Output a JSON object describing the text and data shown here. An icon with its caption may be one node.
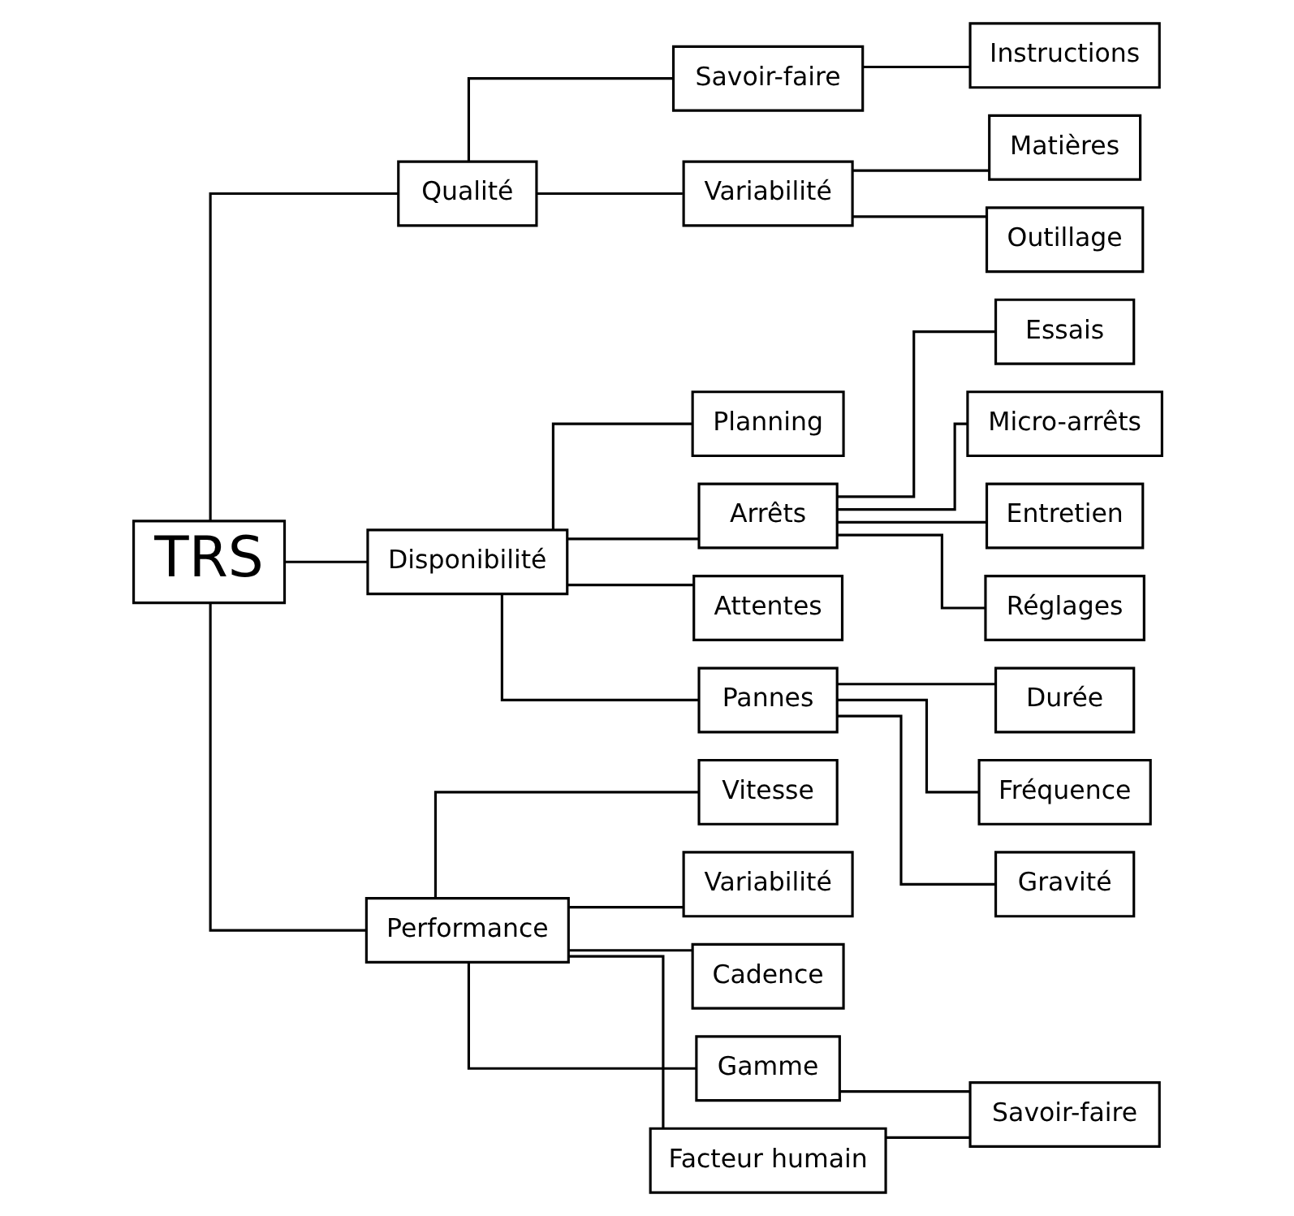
{
  "diagram": {
    "nodes": [
      {
        "text": [
          "TRS"
        ]
      },
      {
        "text": [
          "Qualité"
        ]
      },
      {
        "text": [
          "Savoir-faire"
        ]
      },
      {
        "text": [
          "Instructions"
        ]
      },
      {
        "text": [
          "Variabilité"
        ]
      },
      {
        "text": [
          "Matières"
        ]
      },
      {
        "text": [
          "Outillage"
        ]
      },
      {
        "text": [
          "Disponibilité"
        ]
      },
      {
        "text": [
          "Planning"
        ]
      },
      {
        "text": [
          "Arrêts"
        ]
      },
      {
        "text": [
          "Attentes"
        ]
      },
      {
        "text": [
          "Pannes"
        ]
      },
      {
        "text": [
          "Essais"
        ]
      },
      {
        "text": [
          "Micro-arrêts"
        ]
      },
      {
        "text": [
          "Entretien"
        ]
      },
      {
        "text": [
          "Réglages"
        ]
      },
      {
        "text": [
          "Durée"
        ]
      },
      {
        "text": [
          "Fréquence"
        ]
      },
      {
        "text": [
          "Gravité"
        ]
      },
      {
        "text": [
          "Performance"
        ]
      },
      {
        "text": [
          "Vitesse"
        ]
      },
      {
        "text": [
          "Variabilité"
        ]
      },
      {
        "text": [
          "Cadence"
        ]
      },
      {
        "text": [
          "Gamme"
        ]
      },
      {
        "text": [
          "Facteur humain"
        ]
      },
      {
        "text": [
          "Savoir-faire"
        ]
      }
    ],
    "edges": [
      {
        "from": 0,
        "to": 1,
        "arrow": "none"
      },
      {
        "from": 0,
        "to": 7,
        "arrow": "none"
      },
      {
        "from": 0,
        "to": 19,
        "arrow": "none"
      },
      {
        "from": 1,
        "to": 2,
        "arrow": "none"
      },
      {
        "from": 1,
        "to": 4,
        "arrow": "none"
      },
      {
        "from": 2,
        "to": 3,
        "arrow": "none"
      },
      {
        "from": 4,
        "to": 5,
        "arrow": "none"
      },
      {
        "from": 4,
        "to": 6,
        "arrow": "none"
      },
      {
        "from": 7,
        "to": 8,
        "arrow": "none"
      },
      {
        "from": 7,
        "to": 9,
        "arrow": "none"
      },
      {
        "from": 7,
        "to": 10,
        "arrow": "none"
      },
      {
        "from": 7,
        "to": 11,
        "arrow": "none"
      },
      {
        "from": 9,
        "to": 12,
        "arrow": "none"
      },
      {
        "from": 9,
        "to": 13,
        "arrow": "none"
      },
      {
        "from": 9,
        "to": 14,
        "arrow": "none"
      },
      {
        "from": 9,
        "to": 15,
        "arrow": "none"
      },
      {
        "from": 11,
        "to": 16,
        "arrow": "none"
      },
      {
        "from": 11,
        "to": 17,
        "arrow": "none"
      },
      {
        "from": 11,
        "to": 18,
        "arrow": "none"
      },
      {
        "from": 19,
        "to": 20,
        "arrow": "none"
      },
      {
        "from": 19,
        "to": 21,
        "arrow": "none"
      },
      {
        "from": 19,
        "to": 22,
        "arrow": "none"
      },
      {
        "from": 19,
        "to": 23,
        "arrow": "none"
      },
      {
        "from": 19,
        "to": 24,
        "arrow": "none"
      },
      {
        "from": 23,
        "to": 25,
        "arrow": "none"
      },
      {
        "from": 24,
        "to": 25,
        "arrow": "none"
      }
    ]
  }
}
